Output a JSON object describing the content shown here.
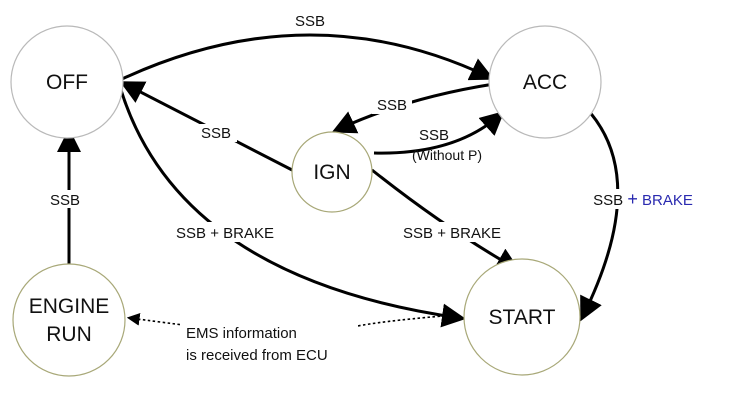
{
  "colors": {
    "node_stroke": "#b9b9b9",
    "ign_stroke": "#a8a878",
    "brake_blue": "#2a2ab0",
    "edge": "#000000"
  },
  "nodes": {
    "off": "OFF",
    "acc": "ACC",
    "ign": "IGN",
    "start": "START",
    "engine_run_line1": "ENGINE",
    "engine_run_line2": "RUN"
  },
  "edges": {
    "off_to_acc": "SSB",
    "acc_to_ign": "SSB",
    "ign_to_off": "SSB",
    "ign_to_acc_line1": "SSB",
    "ign_to_acc_line2": "(Without P)",
    "acc_to_start_ssb": "SSB",
    "acc_to_start_plus": "+",
    "acc_to_start_brake": "BRAKE",
    "off_to_start": "SSB + BRAKE",
    "ign_to_start": "SSB + BRAKE",
    "engine_to_off": "SSB",
    "ems_line1": "EMS information",
    "ems_line2": "is received from ECU"
  }
}
